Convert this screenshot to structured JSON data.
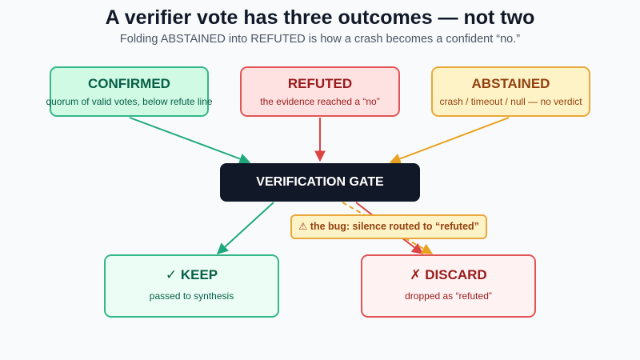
{
  "title": "A verifier vote has three outcomes — not two",
  "subtitle": "Folding ABSTAINED into REFUTED is how a crash becomes a confident “no.”",
  "inputs": [
    {
      "id": "confirmed",
      "label": "CONFIRMED",
      "desc": "quorum of valid votes, below refute line",
      "color": "#34b889"
    },
    {
      "id": "refuted",
      "label": "REFUTED",
      "desc": "the evidence reached a “no”",
      "color": "#e25555"
    },
    {
      "id": "abstained",
      "label": "ABSTAINED",
      "desc": "crash / timeout / null — no verdict",
      "color": "#e9a83a"
    }
  ],
  "gate": {
    "label": "VERIFICATION GATE"
  },
  "outputs": [
    {
      "id": "keep",
      "label": "✓ KEEP",
      "desc": "passed to synthesis",
      "color": "#34b889"
    },
    {
      "id": "discard",
      "label": "✗ DISCARD",
      "desc": "dropped as “refuted”",
      "color": "#e25555"
    }
  ],
  "bug_callout": {
    "icon": "⚠",
    "text": "the bug: silence routed to “refuted”",
    "color": "#e9a83a"
  }
}
